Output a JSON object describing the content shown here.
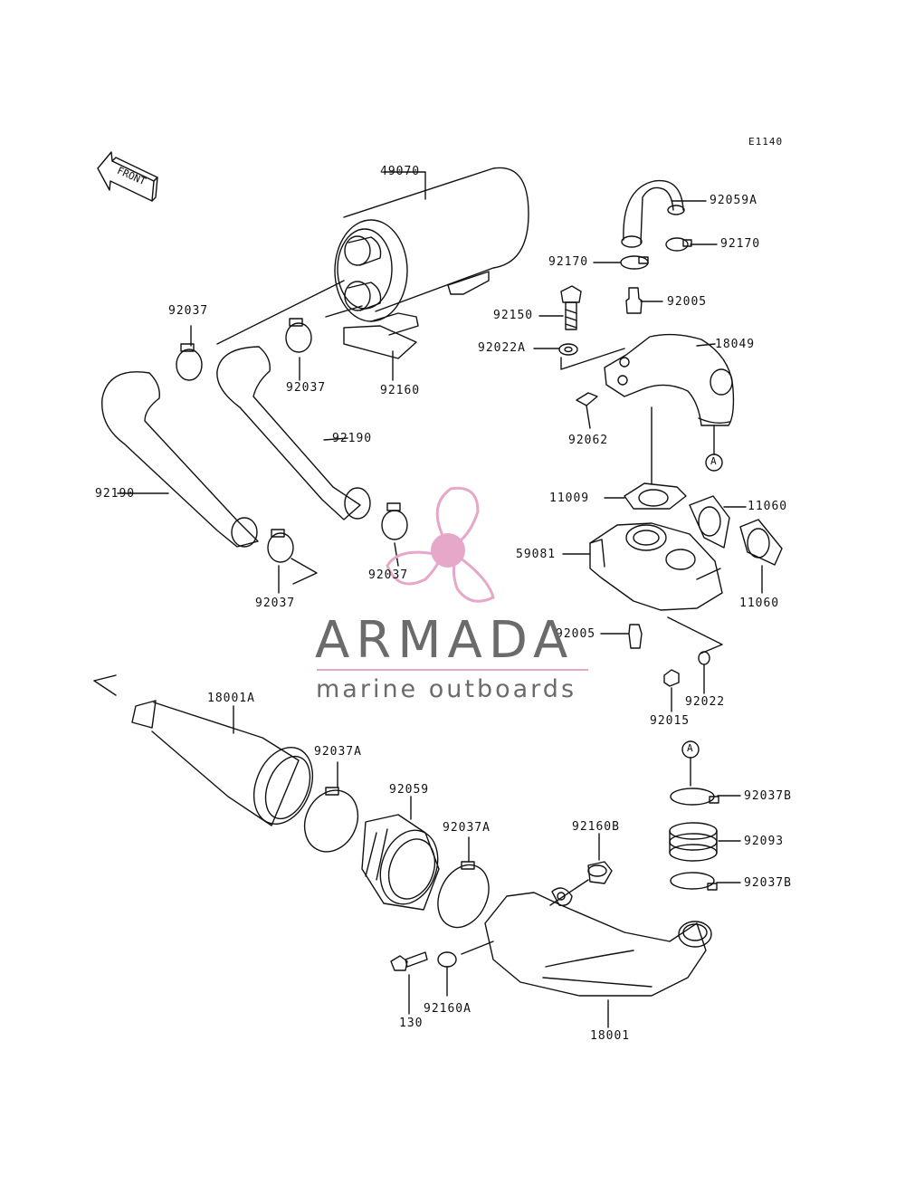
{
  "diagram": {
    "code": "E1140",
    "front_label": "FRONT",
    "ref_marker": "A",
    "part_labels": {
      "p49070": "49070",
      "p92059A": "92059A",
      "p92170_right": "92170",
      "p92170_left": "92170",
      "p92150": "92150",
      "p92005_top": "92005",
      "p92022A": "92022A",
      "p18049": "18049",
      "p92037_a": "92037",
      "p92037_b": "92037",
      "p92160": "92160",
      "p92062": "92062",
      "p92190_mid": "92190",
      "p92190_left": "92190",
      "p11009": "11009",
      "p11060_a": "11060",
      "p59081": "59081",
      "p92037_c": "92037",
      "p11060_b": "11060",
      "p92037_d": "92037",
      "p92005_bottom": "92005",
      "p92022": "92022",
      "p92015": "92015",
      "p18001A": "18001A",
      "p92037A_a": "92037A",
      "p92059": "92059",
      "p92037A_b": "92037A",
      "p92160B": "92160B",
      "p92037B_a": "92037B",
      "p92093": "92093",
      "p92037B_b": "92037B",
      "p130": "130",
      "p92160A": "92160A",
      "p18001": "18001"
    }
  },
  "watermark": {
    "title": "ARMADA",
    "subtitle": "marine outboards",
    "logo_icon": "propeller-icon",
    "accent_color": "#e6a7c9",
    "text_color": "#6b6b6b"
  }
}
